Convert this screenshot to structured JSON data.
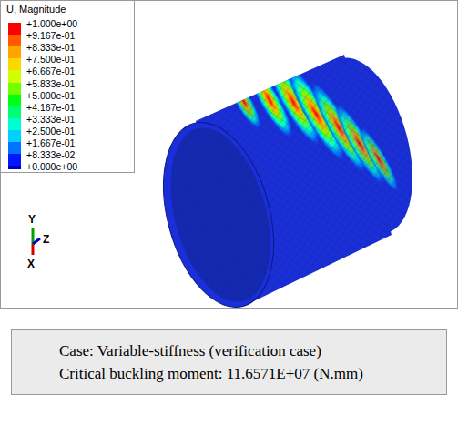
{
  "diagram": {
    "nodes": [
      {
        "text": [
          "Case: Variable-stiffness (verification case)",
          "Critical buckling moment: 11.6571E+07 (N.mm)"
        ]
      }
    ],
    "labels": [
      "U, Magnitude",
      "Y",
      "Z",
      "X"
    ],
    "legend": [
      {
        "text": "+1.000e+00",
        "color": "#ff0000"
      },
      {
        "text": "+9.167e-01",
        "color": "#ff5a00"
      },
      {
        "text": "+8.333e-01",
        "color": "#ffa500"
      },
      {
        "text": "+7.500e-01",
        "color": "#ffd700"
      },
      {
        "text": "+6.667e-01",
        "color": "#cfff00"
      },
      {
        "text": "+5.833e-01",
        "color": "#73ff00"
      },
      {
        "text": "+5.000e-01",
        "color": "#00ff17"
      },
      {
        "text": "+4.167e-01",
        "color": "#00ff73"
      },
      {
        "text": "+3.333e-01",
        "color": "#00ffd0"
      },
      {
        "text": "+2.500e-01",
        "color": "#00d0ff"
      },
      {
        "text": "+1.667e-01",
        "color": "#0073ff"
      },
      {
        "text": "+8.333e-02",
        "color": "#0017ff"
      },
      {
        "text": "+0.000e+00",
        "color": "#0000c8"
      }
    ]
  }
}
